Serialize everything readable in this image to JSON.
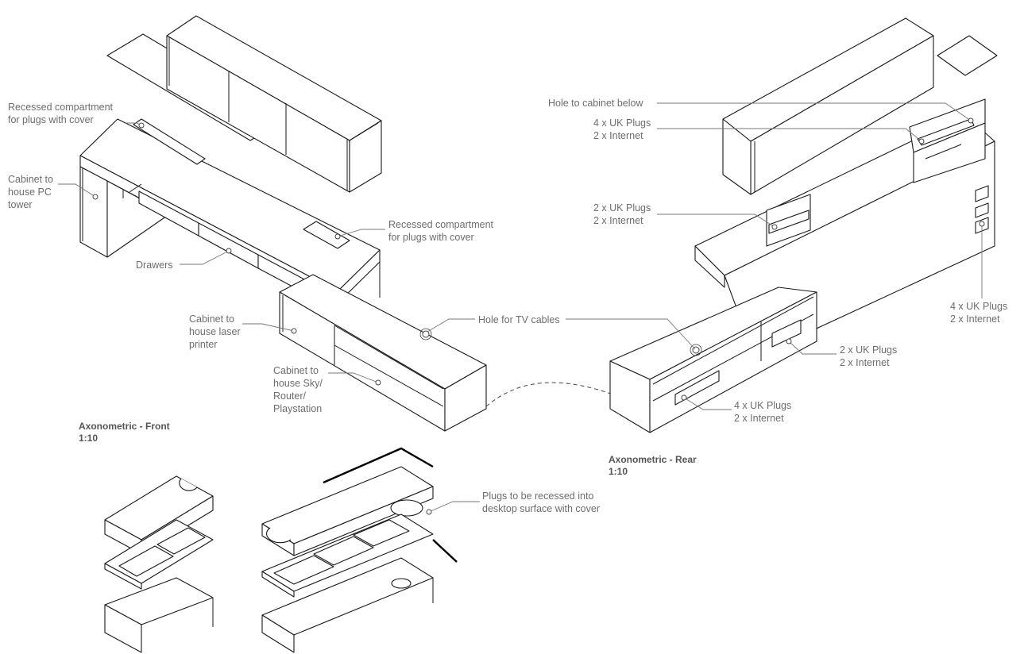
{
  "labels": {
    "front_recessed_top": [
      "Recessed compartment",
      "for plugs with cover"
    ],
    "front_pc_cabinet": [
      "Cabinet to",
      "house PC",
      "tower"
    ],
    "front_recessed_desk": [
      "Recessed compartment",
      "for plugs with cover"
    ],
    "front_drawers": [
      "Drawers"
    ],
    "front_laser_cabinet": [
      "Cabinet to",
      "house laser",
      "printer"
    ],
    "front_sky_cabinet": [
      "Cabinet to",
      "house Sky/",
      "Router/",
      "Playstation"
    ],
    "tv_hole": [
      "Hole for TV cables"
    ],
    "rear_hole_cabinet": [
      "Hole to cabinet below"
    ],
    "rear_plugs_top": [
      "4 x UK Plugs",
      "2 x Internet"
    ],
    "rear_plugs_desk": [
      "2 x UK Plugs",
      "2 x Internet"
    ],
    "rear_plugs_side": [
      "4 x UK Plugs",
      "2 x Internet"
    ],
    "rear_plugs_lower_right": [
      "2 x UK Plugs",
      "2 x Internet"
    ],
    "rear_plugs_lower_left": [
      "4 x UK Plugs",
      "2 x Internet"
    ],
    "detail_plugs": [
      "Plugs to be recessed into",
      "desktop surface with cover"
    ]
  },
  "titles": {
    "front": {
      "name": "Axonometric - Front",
      "scale": "1:10"
    },
    "rear": {
      "name": "Axonometric - Rear",
      "scale": "1:10"
    }
  },
  "colors": {
    "line": "#1a1a1a",
    "label": "#6d6d6d",
    "title": "#555555",
    "background": "#ffffff"
  }
}
